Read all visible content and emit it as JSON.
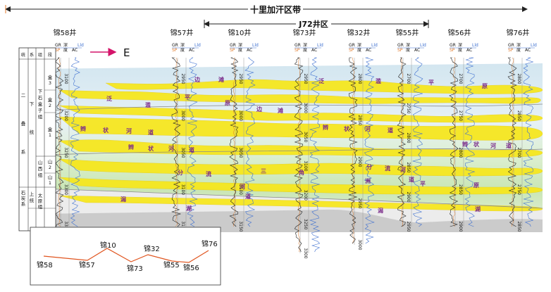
{
  "header": {
    "zone_label": "十里加汗区带",
    "subzone_label": "J72井区",
    "direction_label": "E"
  },
  "wells": [
    {
      "name": "锦58井",
      "depths": [
        "3100",
        "3200",
        "3250",
        "3300",
        "3350"
      ]
    },
    {
      "name": "锦57井",
      "depths": [
        "2950",
        "3000",
        "3050",
        "3100",
        "3150"
      ]
    },
    {
      "name": "锦10井",
      "depths": [
        "2950",
        "3000",
        "3050",
        "3100",
        "3150"
      ]
    },
    {
      "name": "锦73井",
      "depths": [
        "2950",
        "3000",
        "3050",
        "3100",
        "3200",
        "3250",
        "3300"
      ]
    },
    {
      "name": "锦32井",
      "depths": [
        "2800",
        "2850",
        "2900",
        "2950",
        "3000"
      ]
    },
    {
      "name": "锦55井",
      "depths": [
        "2700",
        "2750",
        "2800",
        "2850",
        "2900",
        "2950"
      ]
    },
    {
      "name": "锦56井",
      "depths": [
        "2700",
        "2750",
        "2800",
        "2850",
        "2900"
      ]
    },
    {
      "name": "锦76井",
      "depths": [
        "2800",
        "2850",
        "2700",
        "2750",
        "2850"
      ]
    }
  ],
  "log_track_labels": {
    "gr": "GR",
    "sp": "SP",
    "deep": "深",
    "deg": "度",
    "ac": "AC",
    "lld": "Lld"
  },
  "strat_columns": {
    "headers": [
      "统",
      "系",
      "组",
      "段"
    ],
    "system_1": "二叠系",
    "series_1": "下统",
    "formation_1": "下石盒子组",
    "members_1": [
      "盒3",
      "盒2",
      "盒1"
    ],
    "formation_2": "山西组",
    "members_2": [
      "山2",
      "山1"
    ],
    "system_2": "石炭系",
    "series_2": "上统",
    "formation_3": "太原组"
  },
  "facies_labels": [
    {
      "text": "泛",
      "id": "fan"
    },
    {
      "text": "滥",
      "id": "lan"
    },
    {
      "text": "平",
      "id": "ping"
    },
    {
      "text": "原",
      "id": "yuan"
    },
    {
      "text": "泛",
      "id": "fan2"
    },
    {
      "text": "滥",
      "id": "lan2"
    },
    {
      "text": "平",
      "id": "ping2"
    },
    {
      "text": "原",
      "id": "yuan2"
    },
    {
      "text": "边",
      "id": "bian"
    },
    {
      "text": "滩",
      "id": "tan"
    },
    {
      "text": "边",
      "id": "bian2"
    },
    {
      "text": "滩",
      "id": "tan2"
    },
    {
      "text": "辫",
      "id": "bian3"
    },
    {
      "text": "状",
      "id": "zhuang"
    },
    {
      "text": "河",
      "id": "he"
    },
    {
      "text": "道",
      "id": "dao"
    },
    {
      "text": "辫",
      "id": "bian4"
    },
    {
      "text": "状",
      "id": "zhuang2"
    },
    {
      "text": "河",
      "id": "he2"
    },
    {
      "text": "道",
      "id": "dao2"
    },
    {
      "text": "辫",
      "id": "bian5"
    },
    {
      "text": "状",
      "id": "zhuang3"
    },
    {
      "text": "河",
      "id": "he3"
    },
    {
      "text": "道",
      "id": "dao3"
    },
    {
      "text": "辫",
      "id": "bian6"
    },
    {
      "text": "状",
      "id": "zhuang4"
    },
    {
      "text": "河",
      "id": "he4"
    },
    {
      "text": "道",
      "id": "dao4"
    },
    {
      "text": "分",
      "id": "fen"
    },
    {
      "text": "流",
      "id": "liu"
    },
    {
      "text": "河",
      "id": "he5"
    },
    {
      "text": "道",
      "id": "dao5"
    },
    {
      "text": "三",
      "id": "san"
    },
    {
      "text": "角",
      "id": "jiao"
    },
    {
      "text": "分",
      "id": "fen2"
    },
    {
      "text": "流",
      "id": "liu2"
    },
    {
      "text": "河",
      "id": "he6"
    },
    {
      "text": "道",
      "id": "dao6"
    },
    {
      "text": "洲",
      "id": "zhou"
    },
    {
      "text": "平",
      "id": "ping3"
    },
    {
      "text": "原",
      "id": "yuan3"
    },
    {
      "text": "潟",
      "id": "xi"
    },
    {
      "text": "湖",
      "id": "hu"
    },
    {
      "text": "潟",
      "id": "xi2"
    },
    {
      "text": "湖",
      "id": "hu2"
    }
  ],
  "inset_map": {
    "labels": [
      "锦58",
      "锦57",
      "锦10",
      "锦73",
      "锦32",
      "锦55",
      "锦56",
      "锦76"
    ]
  },
  "colors": {
    "sand": "#f7e71a",
    "mud_green": "#d8ecc4",
    "mud_blue": "#cfe2ee",
    "gray_shale": "#c8c8c8",
    "gr_curve": "#222222",
    "ac_curve": "#3d6fd0",
    "sp_curve": "#e07a2a",
    "facies_text": "#7a2a8a",
    "arrow": "#d4146a",
    "inset_line": "#e0541e"
  }
}
